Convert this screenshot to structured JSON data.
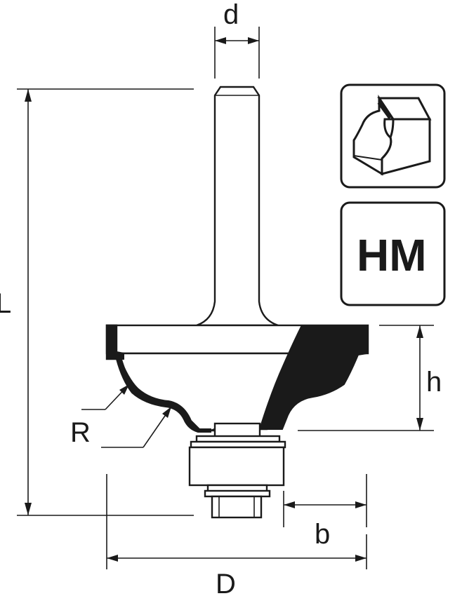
{
  "labels": {
    "d": "d",
    "L": "L",
    "R": "R",
    "h": "h",
    "b": "b",
    "D": "D"
  },
  "badges": {
    "material": "HM",
    "profile_icon": "profile-cut-icon"
  },
  "colors": {
    "ink": "#1a1a1a",
    "background": "#ffffff"
  }
}
